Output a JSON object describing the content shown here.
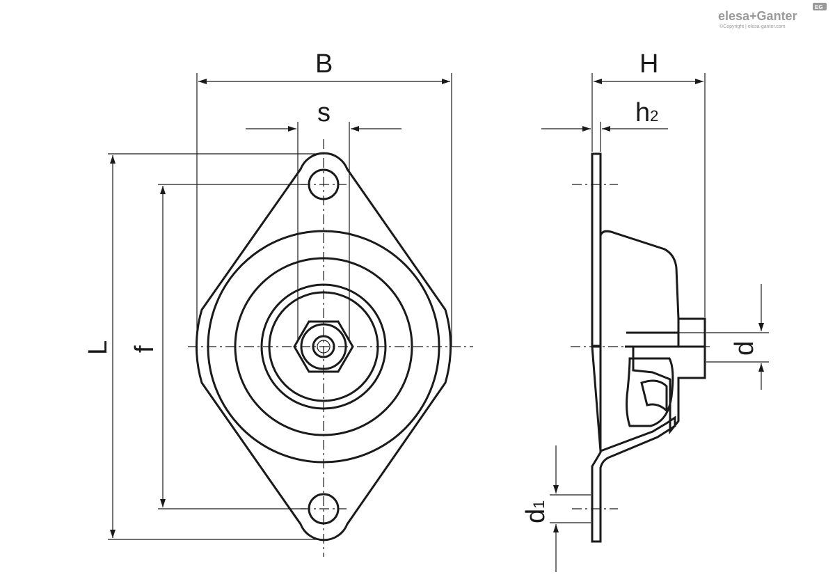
{
  "logo": {
    "brand": "elesa+Ganter",
    "badge": "EG",
    "copyright": "©Copyright | elesa-ganter.com"
  },
  "dimensions": {
    "B": "B",
    "s": "s",
    "L": "L",
    "f": "f",
    "H": "H",
    "h2_main": "h",
    "h2_sub": "2",
    "d": "d",
    "d1_main": "d",
    "d1_sub": "1"
  }
}
